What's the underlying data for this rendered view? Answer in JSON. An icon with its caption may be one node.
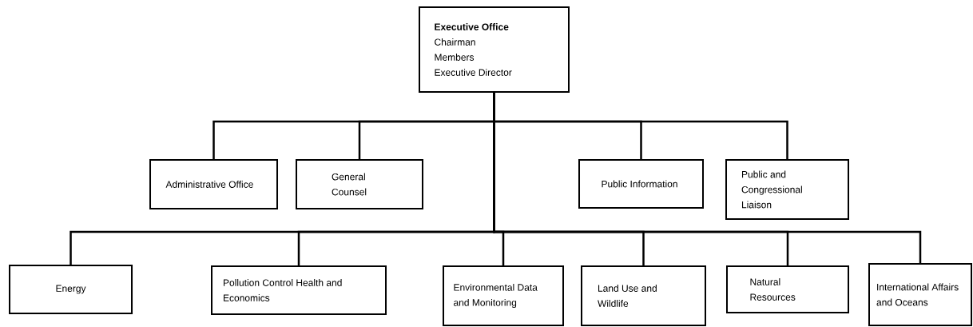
{
  "diagram": {
    "nodes": [
      {
        "text": [
          "Executive Office",
          "Chairman",
          "Members",
          "Executive Director"
        ]
      },
      {
        "text": [
          "Administrative Office"
        ]
      },
      {
        "text": [
          "General Counsel"
        ]
      },
      {
        "text": [
          "Public Information"
        ]
      },
      {
        "text": [
          "Public and Congressional Liaison"
        ]
      },
      {
        "text": [
          "Energy"
        ]
      },
      {
        "text": [
          "Pollution Control Health and Economics"
        ]
      },
      {
        "text": [
          "Environmental Data and Monitoring"
        ]
      },
      {
        "text": [
          "Land Use and Wildlife"
        ]
      },
      {
        "text": [
          "Natural Resources"
        ]
      },
      {
        "text": [
          "International Affairs and Oceans"
        ]
      }
    ],
    "edges": [
      {
        "from": 0,
        "to": 1,
        "arrow": "none"
      },
      {
        "from": 0,
        "to": 2,
        "arrow": "none"
      },
      {
        "from": 0,
        "to": 3,
        "arrow": "none"
      },
      {
        "from": 0,
        "to": 4,
        "arrow": "none"
      },
      {
        "from": 0,
        "to": 5,
        "arrow": "none"
      },
      {
        "from": 0,
        "to": 6,
        "arrow": "none"
      },
      {
        "from": 0,
        "to": 7,
        "arrow": "none"
      },
      {
        "from": 0,
        "to": 8,
        "arrow": "none"
      },
      {
        "from": 0,
        "to": 9,
        "arrow": "none"
      },
      {
        "from": 0,
        "to": 10,
        "arrow": "none"
      }
    ]
  }
}
